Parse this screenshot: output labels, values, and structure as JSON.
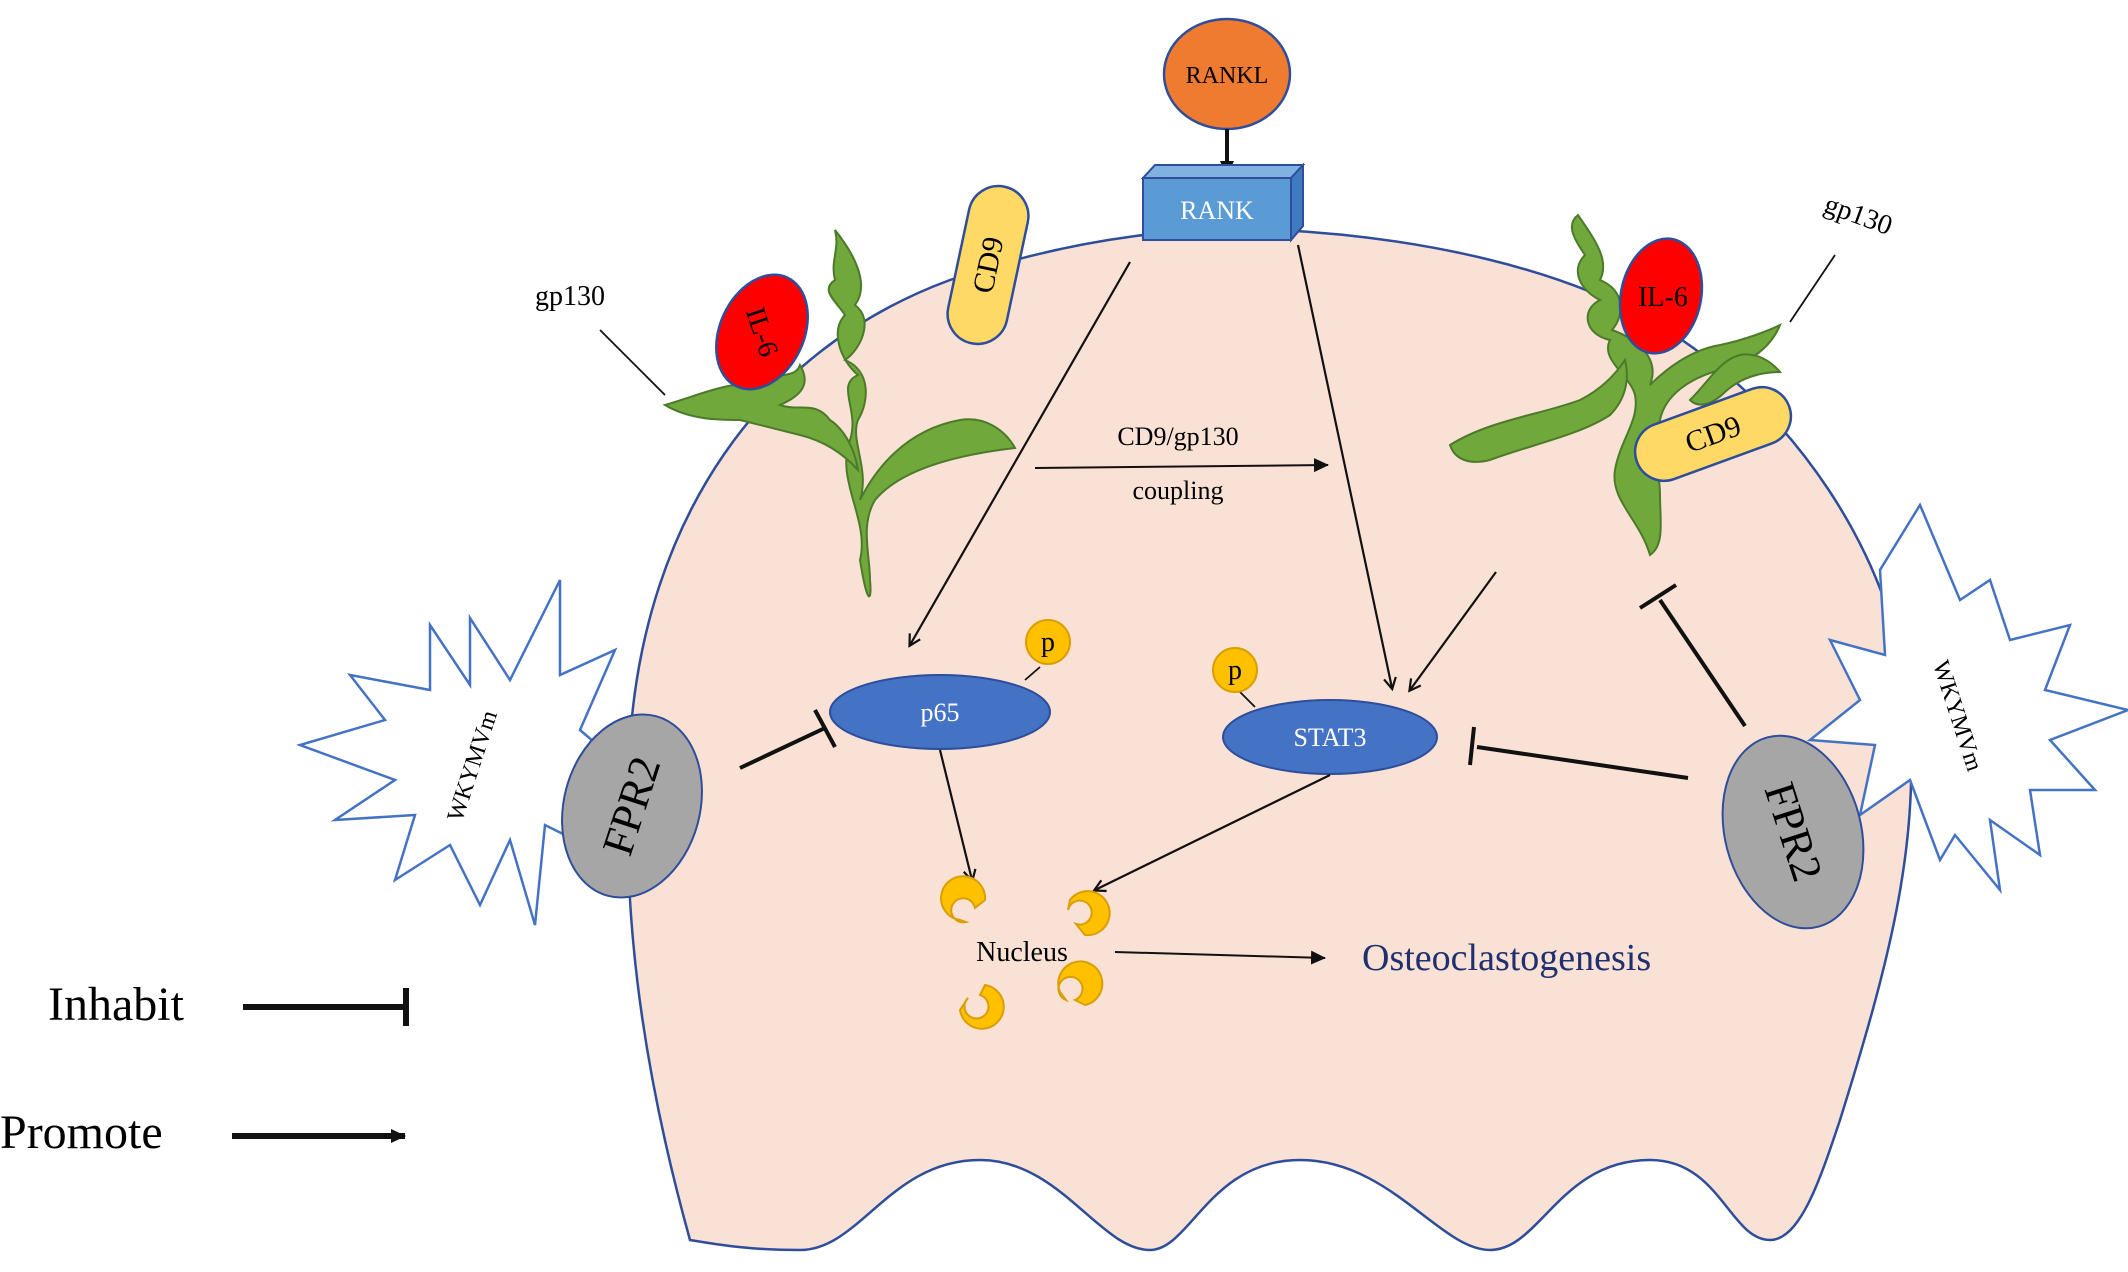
{
  "labels": {
    "rankl": "RANKL",
    "rank": "RANK",
    "gp130_left": "gp130",
    "gp130_right": "gp130",
    "il6_left": "IL-6",
    "il6_right": "IL-6",
    "cd9_left": "CD9",
    "cd9_right": "CD9",
    "coupling_line1": "CD9/gp130",
    "coupling_line2": "coupling",
    "p65": "p65",
    "stat3": "STAT3",
    "phospho_p65": "p",
    "phospho_stat3": "p",
    "fpr2_left": "FPR2",
    "fpr2_right": "FPR2",
    "wkymvm_left": "WKYMVm",
    "wkymvm_right": "WKYMVm",
    "nucleus": "Nucleus",
    "osteoclastogenesis": "Osteoclastogenesis"
  },
  "legend": {
    "inhibit": "Inhabit",
    "promote": "Promote"
  },
  "colors": {
    "cell_fill": "#f9e2d5",
    "cell_stroke": "#2e4d9a",
    "rankl": "#ee7b30",
    "rank": "#5b9bd5",
    "gp130": "#70a83c",
    "il6": "#ff0000",
    "cd9": "#ffd966",
    "protein": "#4472c4",
    "phospho": "#ffc000",
    "fpr2": "#a6a6a6",
    "wkymvm_stroke": "#4472c4",
    "outcome_text": "#1f3070"
  }
}
